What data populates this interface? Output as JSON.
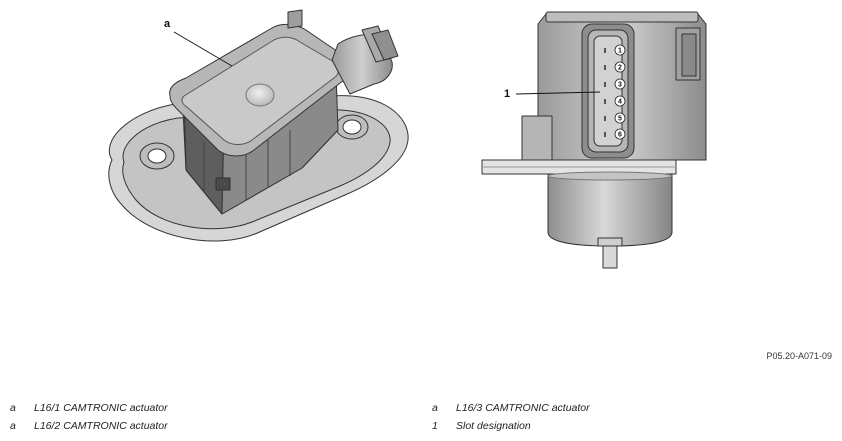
{
  "callouts": {
    "left_actuator": "a",
    "right_connector": "1"
  },
  "connector_pins": [
    "1",
    "2",
    "3",
    "4",
    "5",
    "6"
  ],
  "figure_id": "P05.20-A071-09",
  "legend": [
    {
      "key": "a",
      "text": "L16/1 CAMTRONIC actuator"
    },
    {
      "key": "a",
      "text": "L16/2 CAMTRONIC actuator"
    },
    {
      "key": "a",
      "text": "L16/3 CAMTRONIC actuator"
    },
    {
      "key": "1",
      "text": "Slot designation"
    }
  ]
}
